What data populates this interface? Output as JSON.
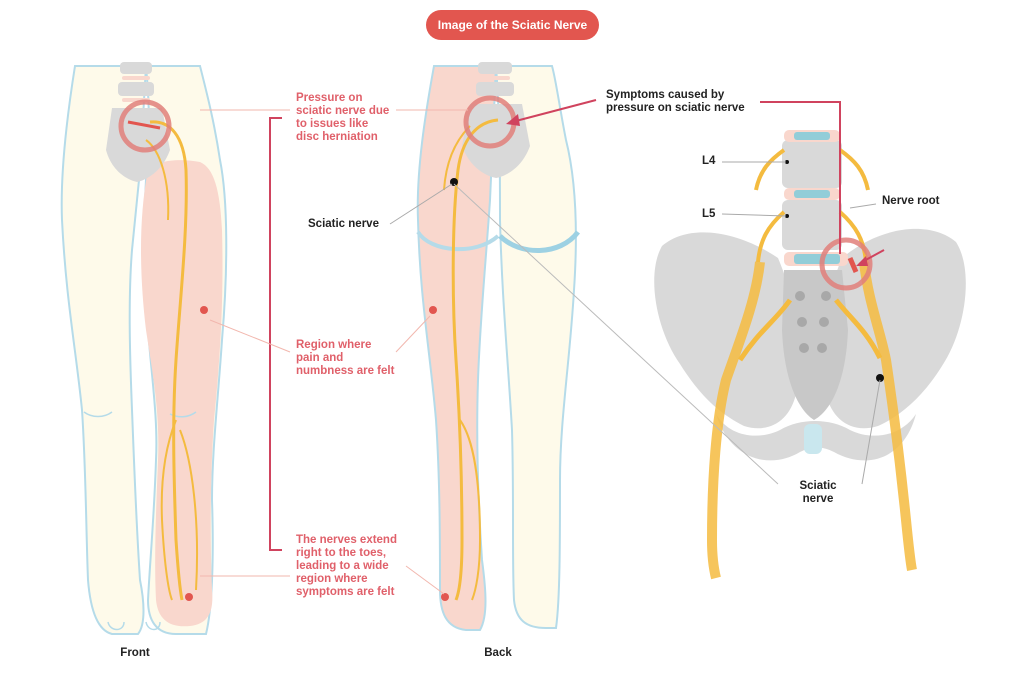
{
  "title": "Image of the Sciatic Nerve",
  "labels": {
    "pressure_line1": "Pressure on",
    "pressure_line2": "sciatic nerve due",
    "pressure_line3": "to issues like",
    "pressure_line4": "disc herniation",
    "region_line1": "Region where",
    "region_line2": "pain and",
    "region_line3": "numbness are felt",
    "nerves_line1": "The nerves extend",
    "nerves_line2": "right to the toes,",
    "nerves_line3": "leading to a wide",
    "nerves_line4": "region where",
    "nerves_line5": "symptoms are felt",
    "sciatic_nerve_back": "Sciatic nerve",
    "symptoms_line1": "Symptoms caused by",
    "symptoms_line2": "pressure on sciatic nerve",
    "l4": "L4",
    "l5": "L5",
    "nerve_root": "Nerve root",
    "sciatic_pelvis_line1": "Sciatic",
    "sciatic_pelvis_line2": "nerve",
    "front": "Front",
    "back": "Back"
  },
  "colors": {
    "accent_red": "#e2564f",
    "label_red": "#e0606a",
    "skin": "#fefaea",
    "skin_outline": "#b5dbe9",
    "pain_region": "#f9d7cd",
    "nerve": "#f4bb3f",
    "bone": "#d9d9d9",
    "disc": "#92cdd8"
  }
}
